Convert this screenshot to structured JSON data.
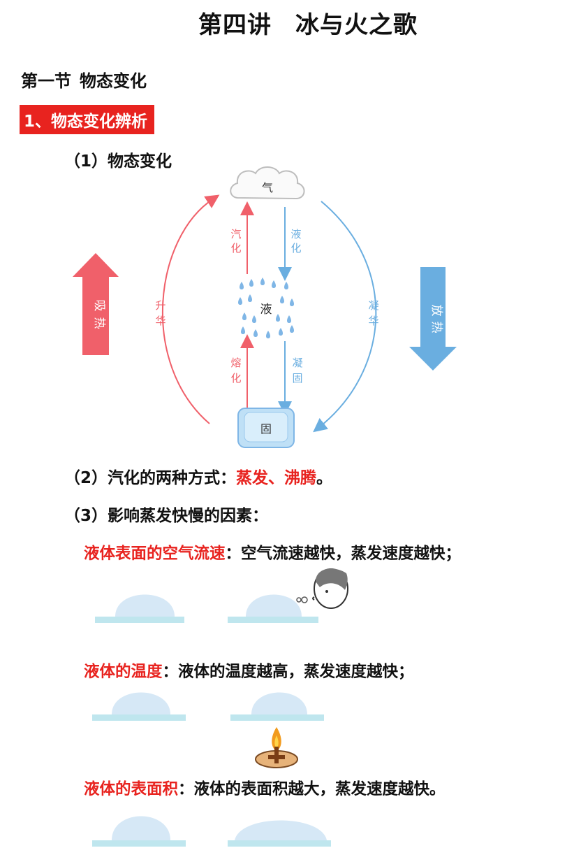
{
  "title": {
    "part1": "第四讲",
    "part2": "冰与火之歌"
  },
  "section": {
    "num": "第一节",
    "name": "物态变化"
  },
  "topic_label": "1、物态变化辨析",
  "sub1": "（1）物态变化",
  "diagram": {
    "gas": "气",
    "liquid": "液",
    "solid": "固",
    "vaporize": [
      "汽",
      "化"
    ],
    "liquefy": [
      "液",
      "化"
    ],
    "melt": [
      "熔",
      "化"
    ],
    "solidify": [
      "凝",
      "固"
    ],
    "sublimate": [
      "升",
      "华"
    ],
    "desublimate": [
      "凝",
      "华"
    ],
    "absorb_heat": [
      "吸",
      "热"
    ],
    "release_heat": [
      "放",
      "热"
    ],
    "colors": {
      "absorb": "#f0606a",
      "release": "#6aaee0"
    }
  },
  "sub2": {
    "prefix": "（2）汽化的两种方式：",
    "highlight": "蒸发、沸腾",
    "end": "。"
  },
  "sub3": "（3）影响蒸发快慢的因素：",
  "factors": [
    {
      "name": "液体表面的空气流速",
      "desc": "：空气流速越快，蒸发速度越快；"
    },
    {
      "name": "液体的温度",
      "desc": "：液体的温度越高，蒸发速度越快；"
    },
    {
      "name": "液体的表面积",
      "desc": "：液体的表面积越大，蒸发速度越快。"
    }
  ]
}
